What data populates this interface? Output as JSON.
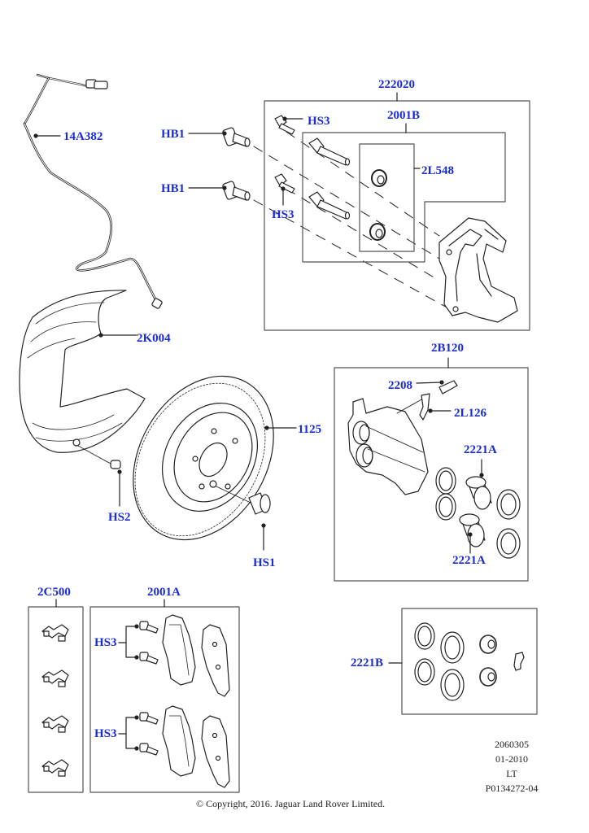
{
  "diagram": {
    "title": "Front Brake Disc, Caliper and Pads",
    "colors": {
      "label": "#1a2bd8",
      "line": "#222222",
      "box": "#555555"
    },
    "callouts": {
      "wheel_speed_sensor": "14A382",
      "hub_bolt_upper": "HB1",
      "hub_bolt_lower": "HB1",
      "caliper_carrier_assembly": "222020",
      "guide_pin_kit": "2001B",
      "guide_pin_boots": "2L548",
      "carrier_bolt_upper": "HS3",
      "carrier_bolt_lower": "HS3",
      "splash_shield": "2K004",
      "brake_disc": "1125",
      "shield_screw": "HS2",
      "disc_screw": "HS1",
      "caliper_housing": "2B120",
      "bleed_screw": "2208",
      "bleed_cap": "2L126",
      "piston_upper": "2221A",
      "piston_lower": "2221A",
      "clip_kit": "2C500",
      "pad_kit": "2001A",
      "pad_bolts_upper": "HS3",
      "pad_bolts_lower": "HS3",
      "seal_kit": "2221B"
    },
    "info": {
      "code": "2060305",
      "date": "01-2010",
      "side": "LT",
      "part_ref": "P0134272-04"
    },
    "copyright": "© Copyright, 2016. Jaguar Land Rover Limited."
  }
}
